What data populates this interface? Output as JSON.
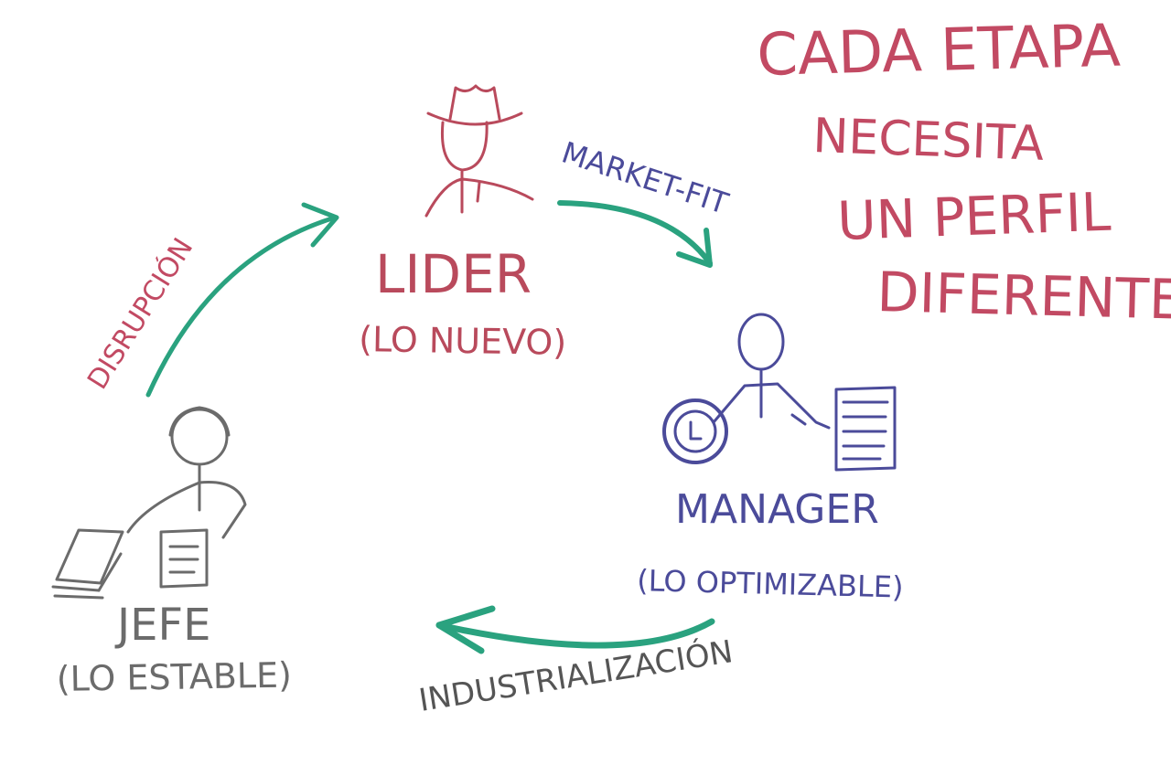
{
  "heading": {
    "lines": [
      "CADA ETAPA",
      "NECESITA",
      "UN PERFIL",
      "DIFERENTE"
    ]
  },
  "roles": {
    "leader": {
      "name": "LIDER",
      "desc": "(LO NUEVO)",
      "icon": "cowboy-hat-figure-icon"
    },
    "manager": {
      "name": "MANAGER",
      "desc": "(LO OPTIMIZABLE)",
      "icon": "figure-with-clock-and-checklist-icon"
    },
    "boss": {
      "name": "JEFE",
      "desc": "(LO ESTABLE)",
      "icon": "figure-with-documents-icon"
    }
  },
  "transitions": {
    "disruption": "DISRUPCIÓN",
    "market_fit": "MARKET-FIT",
    "industrialization": "INDUSTRIALIZACIÓN"
  },
  "colors": {
    "heading": "#c24a63",
    "leader": "#b94a5c",
    "manager": "#4b4b9a",
    "boss": "#6b6b6b",
    "arrow": "#2aa27f"
  }
}
